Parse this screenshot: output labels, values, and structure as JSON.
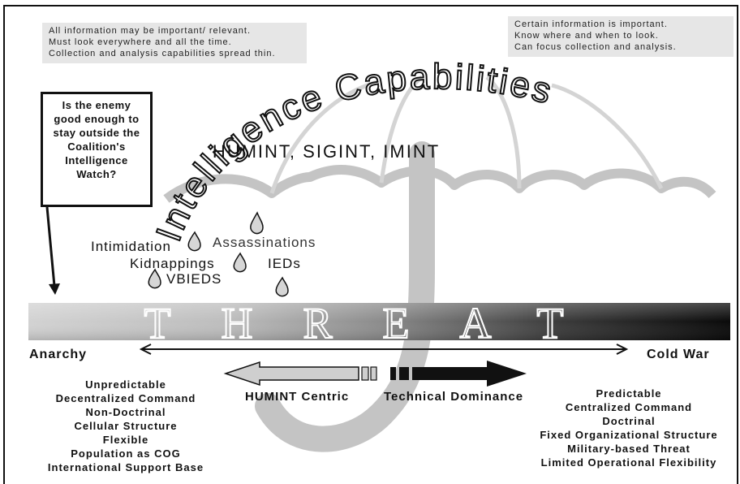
{
  "notes": {
    "left": [
      "All information may be important/ relevant.",
      "Must look everywhere and all the time.",
      "Collection and analysis capabilities spread thin."
    ],
    "right": [
      "Certain information is important.",
      "Know where and when to look.",
      "Can focus collection and analysis."
    ]
  },
  "question_box": [
    "Is the enemy",
    "good enough to",
    "stay outside the",
    "Coalition's",
    "Intelligence",
    "Watch?"
  ],
  "umbrella": {
    "title": "Intelligence Capabilities",
    "subtitle": "HUMINT, SIGINT, IMINT"
  },
  "threats": {
    "intimidation": "Intimidation",
    "assassinations": "Assassinations",
    "kidnappings": "Kidnappings",
    "ieds": "IEDs",
    "vbieds": "VBIEDS"
  },
  "threat_bar_word": "THREAT",
  "spectrum": {
    "left_end": "Anarchy",
    "right_end": "Cold War"
  },
  "arrows": {
    "left": "HUMINT Centric",
    "right": "Technical Dominance"
  },
  "left_traits": [
    "Unpredictable",
    "Decentralized Command",
    "Non-Doctrinal",
    "Cellular Structure",
    "Flexible",
    "Population as COG",
    "International Support Base"
  ],
  "right_traits": [
    "Predictable",
    "Centralized Command",
    "Doctrinal",
    "Fixed Organizational Structure",
    "Military-based Threat",
    "Limited Operational Flexibility"
  ]
}
